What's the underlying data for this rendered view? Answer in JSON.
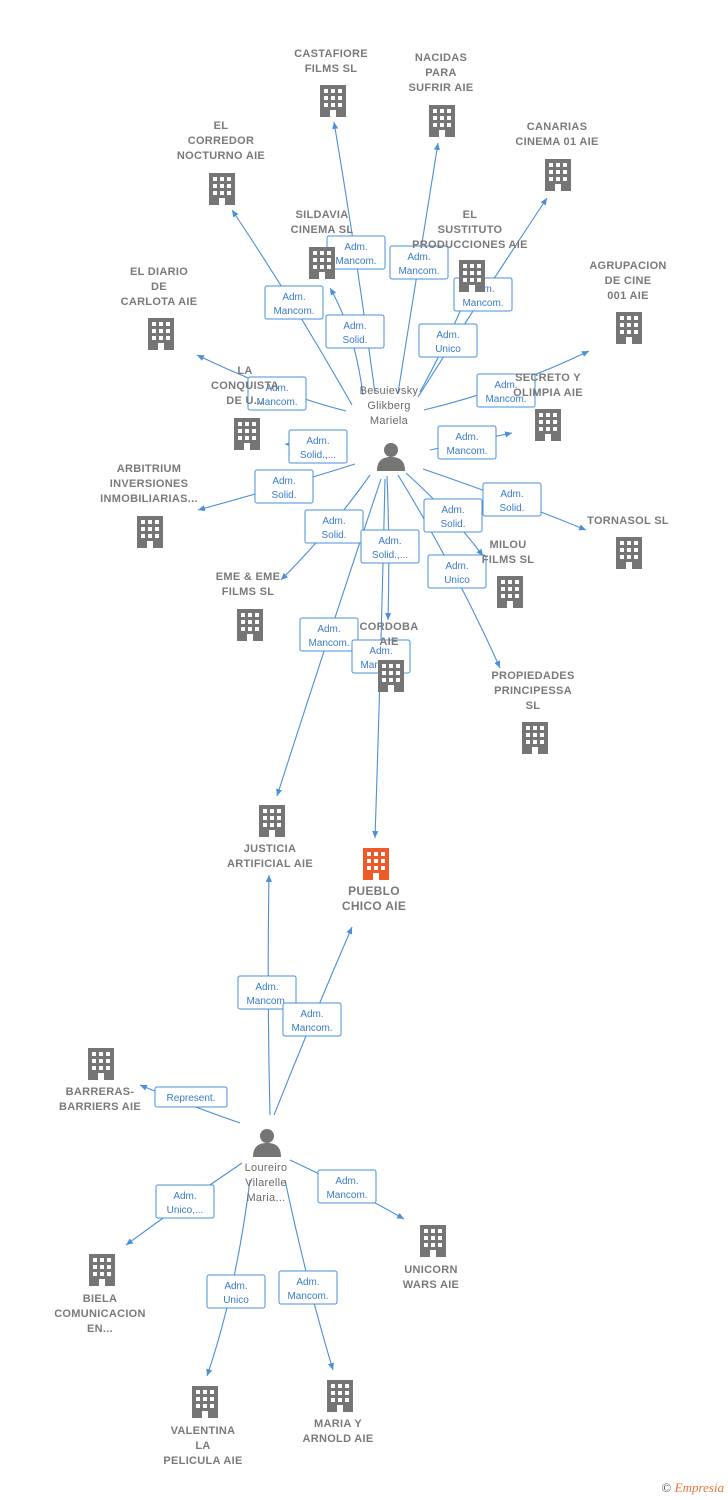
{
  "colors": {
    "company": "#757575",
    "target": "#f05a28",
    "person": "#757575",
    "edge": "#4a8fd8"
  },
  "persons": [
    {
      "id": "besuievsky",
      "lines": [
        "Besuievsky",
        "Glikberg",
        "Mariela"
      ]
    },
    {
      "id": "loureiro",
      "lines": [
        "Loureiro",
        "Vilarelle",
        "Maria..."
      ]
    }
  ],
  "companies": [
    {
      "id": "castafiore",
      "lines": [
        "CASTAFIORE",
        "FILMS SL"
      ]
    },
    {
      "id": "nacidas",
      "lines": [
        "NACIDAS",
        "PARA",
        "SUFRIR AIE"
      ]
    },
    {
      "id": "corredor",
      "lines": [
        "EL",
        "CORREDOR",
        "NOCTURNO AIE"
      ]
    },
    {
      "id": "canarias",
      "lines": [
        "CANARIAS",
        "CINEMA 01 AIE"
      ]
    },
    {
      "id": "sildavia",
      "lines": [
        "SILDAVIA",
        "CINEMA  SL"
      ]
    },
    {
      "id": "sustituto",
      "lines": [
        "EL",
        "SUSTITUTO",
        "PRODUCCIONES AIE"
      ]
    },
    {
      "id": "agrupacion",
      "lines": [
        "AGRUPACION",
        "DE CINE",
        "001 AIE"
      ]
    },
    {
      "id": "diario",
      "lines": [
        "EL DIARIO",
        "DE",
        "CARLOTA AIE"
      ]
    },
    {
      "id": "conquista",
      "lines": [
        "LA",
        "CONQUISTA",
        "DE U..."
      ]
    },
    {
      "id": "secreto",
      "lines": [
        "SECRETO Y",
        "OLIMPIA AIE"
      ]
    },
    {
      "id": "arbitrium",
      "lines": [
        "ARBITRIUM",
        "INVERSIONES",
        "INMOBILIARIAS..."
      ]
    },
    {
      "id": "tornasol",
      "lines": [
        "TORNASOL  SL"
      ]
    },
    {
      "id": "milou",
      "lines": [
        "MILOU",
        "FILMS SL"
      ]
    },
    {
      "id": "eme",
      "lines": [
        "EME & EME",
        "FILMS  SL"
      ]
    },
    {
      "id": "cordoba",
      "lines": [
        "CORDOBA",
        "AIE"
      ]
    },
    {
      "id": "propiedades",
      "lines": [
        "PROPIEDADES",
        "PRINCIPESSA",
        "SL"
      ]
    },
    {
      "id": "justicia",
      "lines": [
        "JUSTICIA",
        "ARTIFICIAL  AIE"
      ]
    },
    {
      "id": "pueblo",
      "lines": [
        "PUEBLO",
        "CHICO  AIE"
      ],
      "target": true
    },
    {
      "id": "barreras",
      "lines": [
        "BARRERAS-",
        "BARRIERS AIE"
      ]
    },
    {
      "id": "unicorn",
      "lines": [
        "UNICORN",
        "WARS AIE"
      ]
    },
    {
      "id": "biela",
      "lines": [
        "BIELA",
        "COMUNICACION",
        "EN..."
      ]
    },
    {
      "id": "valentina",
      "lines": [
        "VALENTINA",
        "LA",
        "PELICULA  AIE"
      ]
    },
    {
      "id": "maria",
      "lines": [
        "MARIA Y",
        "ARNOLD  AIE"
      ]
    }
  ],
  "edges": [
    {
      "from": "besuievsky",
      "to": "castafiore",
      "lines": [
        "Adm.",
        "Mancom."
      ]
    },
    {
      "from": "besuievsky",
      "to": "nacidas",
      "lines": [
        "Adm.",
        "Mancom."
      ]
    },
    {
      "from": "besuievsky",
      "to": "corredor",
      "lines": [
        "Adm.",
        "Mancom."
      ]
    },
    {
      "from": "besuievsky",
      "to": "canarias",
      "lines": [
        "Adm.",
        "Mancom."
      ]
    },
    {
      "from": "besuievsky",
      "to": "sildavia",
      "lines": [
        "Adm.",
        "Solid."
      ]
    },
    {
      "from": "besuievsky",
      "to": "sustituto",
      "lines": [
        "Adm.",
        "Unico"
      ]
    },
    {
      "from": "besuievsky",
      "to": "agrupacion",
      "lines": [
        "Adm.",
        "Mancom."
      ]
    },
    {
      "from": "besuievsky",
      "to": "diario",
      "lines": [
        "Adm.",
        "Mancom."
      ]
    },
    {
      "from": "besuievsky",
      "to": "conquista",
      "lines": [
        "Adm.",
        "Solid.,..."
      ]
    },
    {
      "from": "besuievsky",
      "to": "secreto",
      "lines": [
        "Adm.",
        "Mancom."
      ]
    },
    {
      "from": "besuievsky",
      "to": "arbitrium",
      "lines": [
        "Adm.",
        "Solid."
      ]
    },
    {
      "from": "besuievsky",
      "to": "tornasol",
      "lines": [
        "Adm.",
        "Solid."
      ]
    },
    {
      "from": "besuievsky",
      "to": "milou",
      "lines": [
        "Adm.",
        "Solid."
      ]
    },
    {
      "from": "besuievsky",
      "to": "eme",
      "lines": [
        "Adm.",
        "Solid."
      ]
    },
    {
      "from": "besuievsky",
      "to": "cordoba",
      "lines": [
        "Adm.",
        "Solid.,..."
      ]
    },
    {
      "from": "besuievsky",
      "to": "propiedades",
      "lines": [
        "Adm.",
        "Unico"
      ]
    },
    {
      "from": "besuievsky",
      "to": "justicia",
      "lines": [
        "Adm.",
        "Mancom."
      ]
    },
    {
      "from": "besuievsky",
      "to": "pueblo",
      "lines": [
        "Adm.",
        "Mancom."
      ]
    },
    {
      "from": "loureiro",
      "to": "justicia",
      "lines": [
        "Adm.",
        "Mancom."
      ]
    },
    {
      "from": "loureiro",
      "to": "pueblo",
      "lines": [
        "Adm.",
        "Mancom."
      ]
    },
    {
      "from": "loureiro",
      "to": "barreras",
      "lines": [
        "Represent."
      ]
    },
    {
      "from": "loureiro",
      "to": "unicorn",
      "lines": [
        "Adm.",
        "Mancom."
      ]
    },
    {
      "from": "loureiro",
      "to": "biela",
      "lines": [
        "Adm.",
        "Unico,..."
      ]
    },
    {
      "from": "loureiro",
      "to": "valentina",
      "lines": [
        "Adm.",
        "Unico"
      ]
    },
    {
      "from": "loureiro",
      "to": "maria",
      "lines": [
        "Adm.",
        "Mancom."
      ]
    }
  ],
  "footer": {
    "copyright": "©",
    "brand": "Empresia"
  }
}
